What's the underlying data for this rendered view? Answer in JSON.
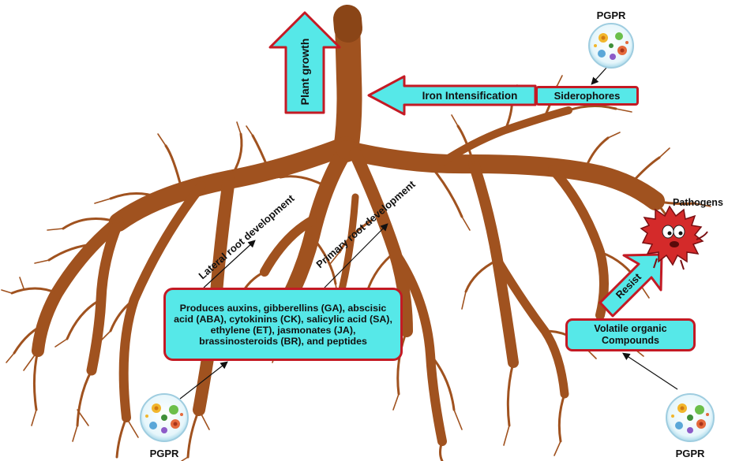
{
  "labels": {
    "plant_growth": "Plant growth",
    "iron_intensification": "Iron Intensification",
    "siderophores": "Siderophores",
    "pgpr_top": "PGPR",
    "pgpr_bottom_left": "PGPR",
    "pgpr_bottom_right": "PGPR",
    "pathogens": "Pathogens",
    "lateral_root": "Lateral root development",
    "primary_root": "Primary root development",
    "resist": "Resist",
    "hormones": "Produces auxins, gibberellins (GA), abscisic acid (ABA), cytokinins (CK), salicylic acid (SA), ethylene (ET), jasmonates (JA), brassinosteroids (BR), and peptides",
    "volatile": "Volatile organic Compounds"
  },
  "colors": {
    "root": "#a0521f",
    "root_dark": "#7a3a12",
    "arrow_fill": "#56e8e8",
    "arrow_border": "#c41a24",
    "pathogen": "#d42a2a"
  },
  "icons": {
    "microbe": "petri-dish-bacteria-icon",
    "pathogen": "red-pathogen-creature-icon"
  }
}
